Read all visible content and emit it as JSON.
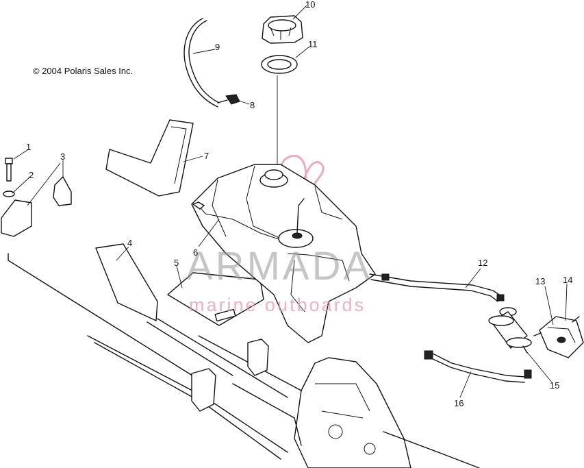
{
  "copyright": "© 2004 Polaris Sales Inc.",
  "watermark": {
    "brand": "ARMADA",
    "tagline": "marine outboards",
    "color": "#e8a0bf"
  },
  "callouts": [
    {
      "id": "1",
      "label": "1"
    },
    {
      "id": "2",
      "label": "2"
    },
    {
      "id": "3",
      "label": "3"
    },
    {
      "id": "4",
      "label": "4"
    },
    {
      "id": "5",
      "label": "5"
    },
    {
      "id": "6",
      "label": "6"
    },
    {
      "id": "7",
      "label": "7"
    },
    {
      "id": "8",
      "label": "8"
    },
    {
      "id": "9",
      "label": "9"
    },
    {
      "id": "10",
      "label": "10"
    },
    {
      "id": "11",
      "label": "11"
    },
    {
      "id": "12",
      "label": "12"
    },
    {
      "id": "13",
      "label": "13"
    },
    {
      "id": "14",
      "label": "14"
    },
    {
      "id": "15",
      "label": "15"
    },
    {
      "id": "16",
      "label": "16"
    }
  ]
}
